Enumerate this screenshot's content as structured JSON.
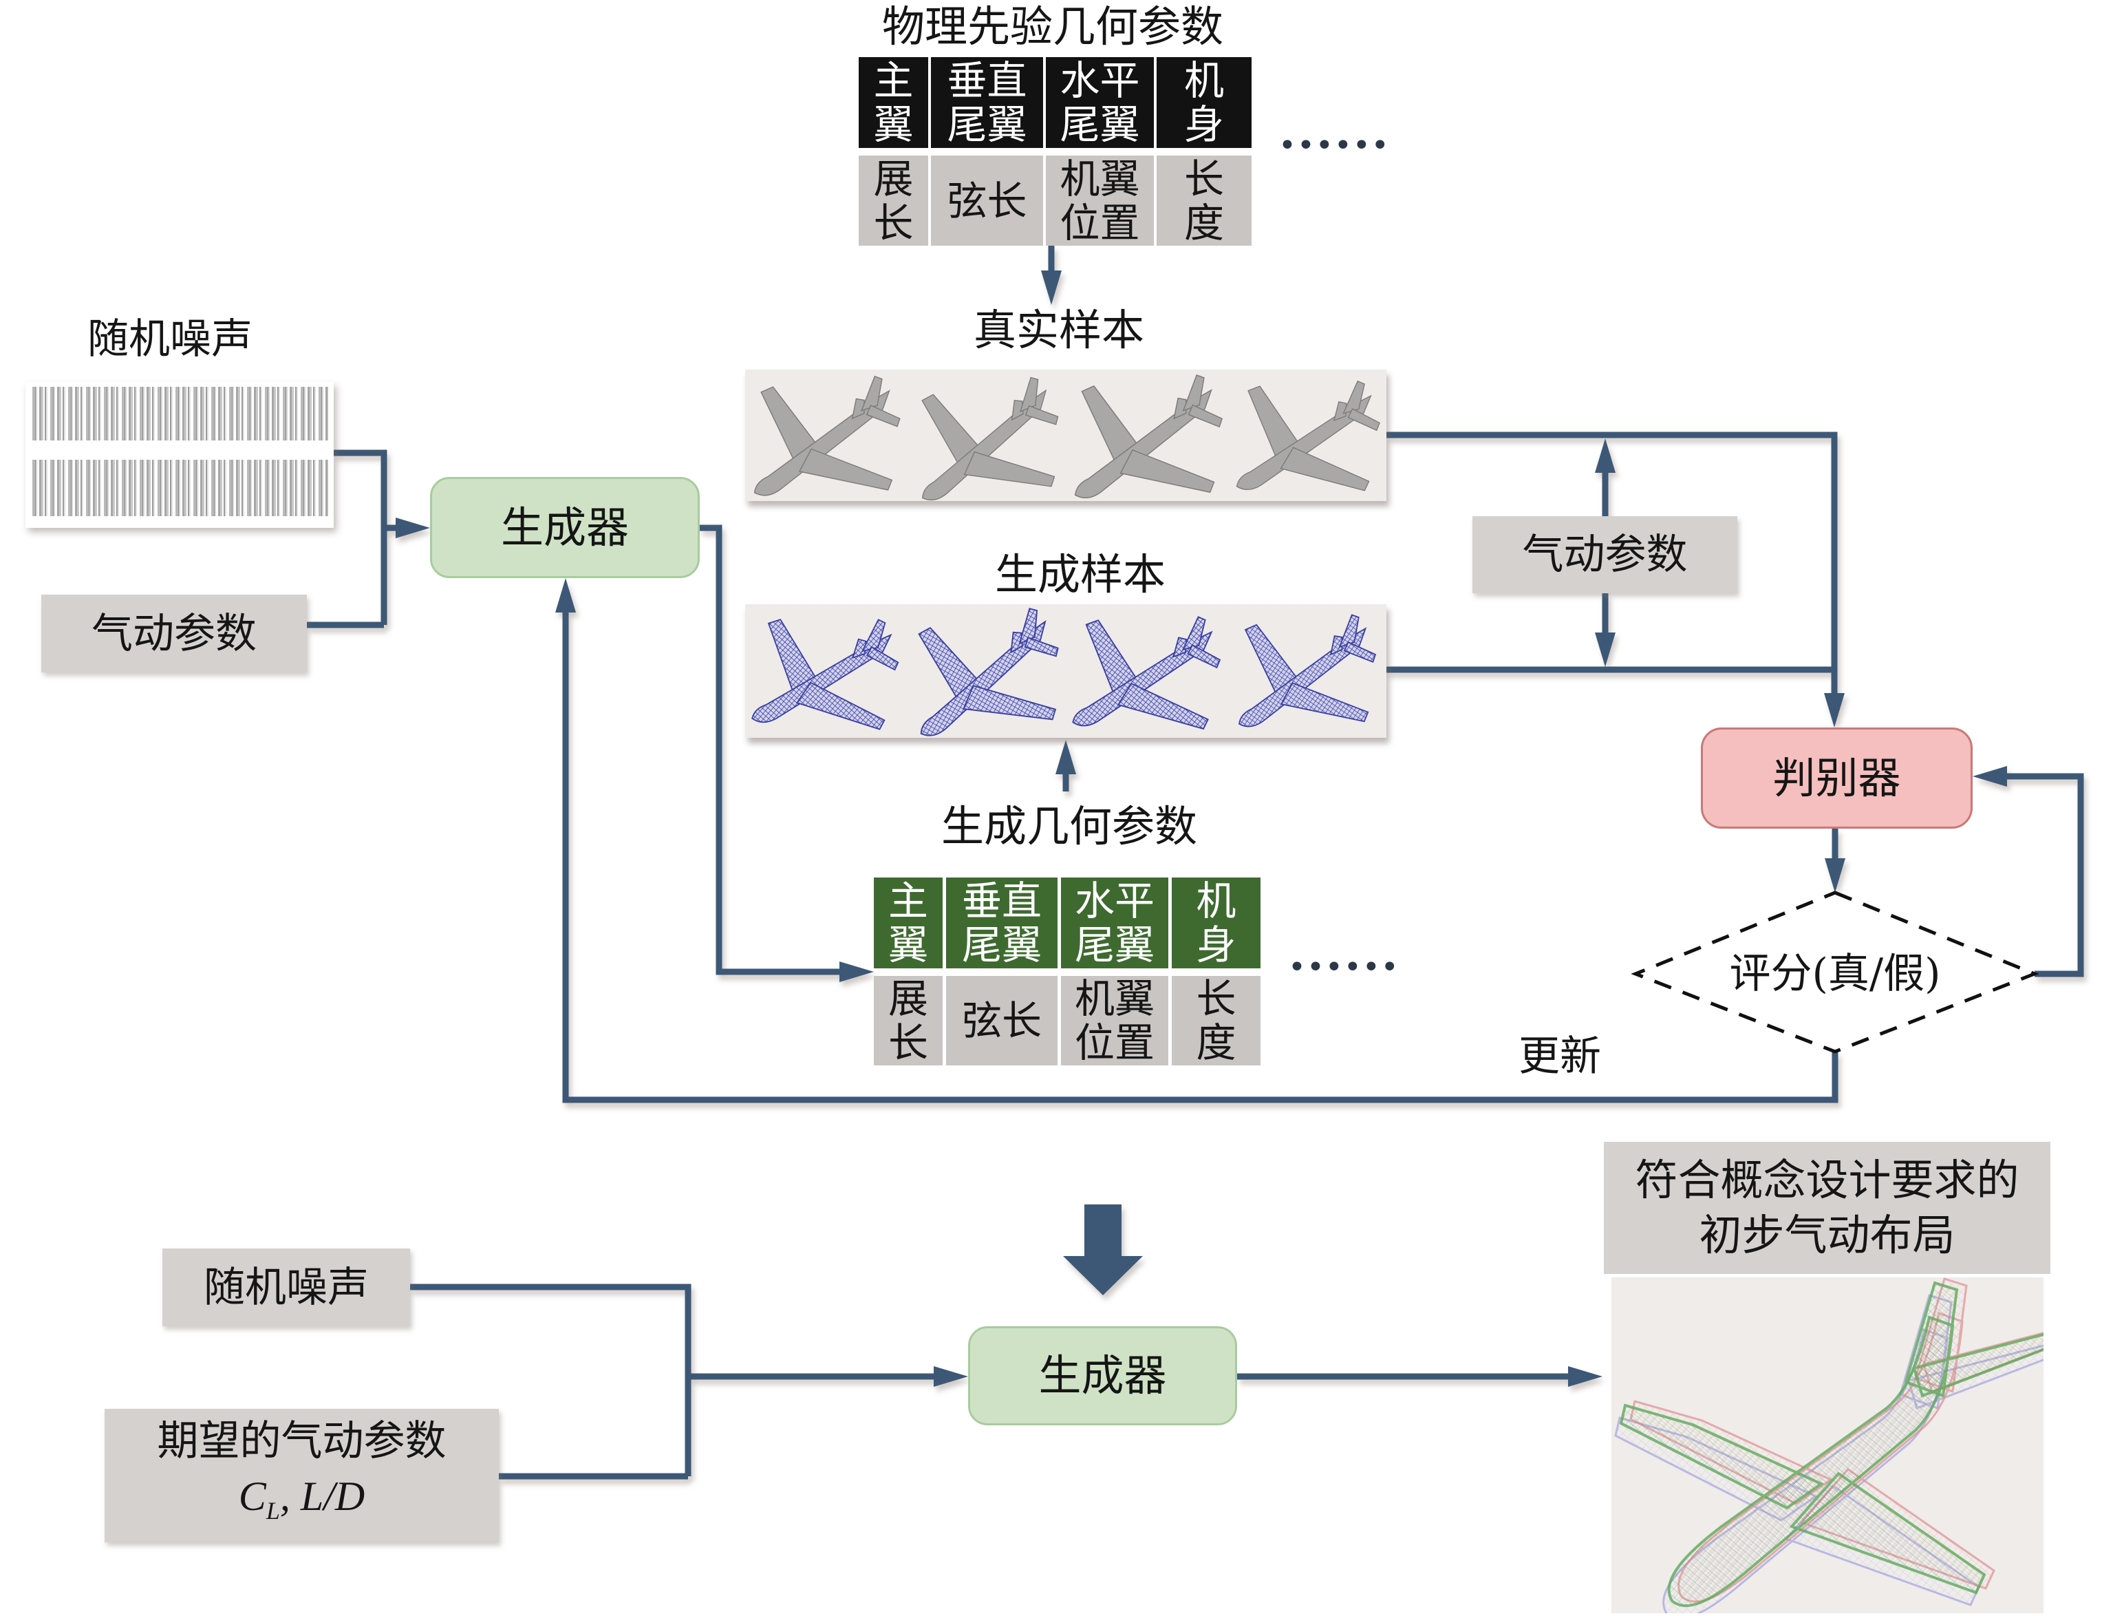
{
  "colors": {
    "connector": "#3d5877",
    "generator_fill": "#cfe2c6",
    "generator_border": "#a8cc9e",
    "discriminator_fill": "#f4bfbe",
    "discriminator_border": "#c97877",
    "param_box_fill": "#d5d1cf",
    "prior_header_fill": "#121212",
    "generated_header_fill": "#3e6a30",
    "value_cell_fill": "#c9c5c3",
    "strip_background": "#eeebe9"
  },
  "prior_params": {
    "title": "物理先验几何参数",
    "headers": [
      [
        "主",
        "翼"
      ],
      [
        "垂直",
        "尾翼"
      ],
      [
        "水平",
        "尾翼"
      ],
      [
        "机",
        "身"
      ]
    ],
    "values": [
      [
        "展",
        "长"
      ],
      [
        "弦长"
      ],
      [
        "机翼",
        "位置"
      ],
      [
        "长",
        "度"
      ]
    ],
    "ellipsis": "••••••"
  },
  "real_samples": {
    "label": "真实样本"
  },
  "generated_samples": {
    "label": "生成样本"
  },
  "noise": {
    "label": "随机噪声"
  },
  "aero_input": {
    "label": "气动参数"
  },
  "generator": {
    "label": "生成器"
  },
  "aero_condition": {
    "label": "气动参数"
  },
  "discriminator": {
    "label": "判别器"
  },
  "score": {
    "label": "评分(真/假)"
  },
  "update": {
    "label": "更新"
  },
  "generated_params": {
    "title": "生成几何参数",
    "headers": [
      [
        "主",
        "翼"
      ],
      [
        "垂直",
        "尾翼"
      ],
      [
        "水平",
        "尾翼"
      ],
      [
        "机",
        "身"
      ]
    ],
    "values": [
      [
        "展",
        "长"
      ],
      [
        "弦长"
      ],
      [
        "机翼",
        "位置"
      ],
      [
        "长",
        "度"
      ]
    ],
    "ellipsis": "••••••"
  },
  "inference": {
    "noise_label": "随机噪声",
    "expected_label": "期望的气动参数",
    "expected_formula": {
      "symbol": "C",
      "subscript": "L",
      "rest": ", L/D"
    },
    "generator_label": "生成器",
    "result_lines": [
      "符合概念设计要求的",
      "初步气动布局"
    ]
  }
}
